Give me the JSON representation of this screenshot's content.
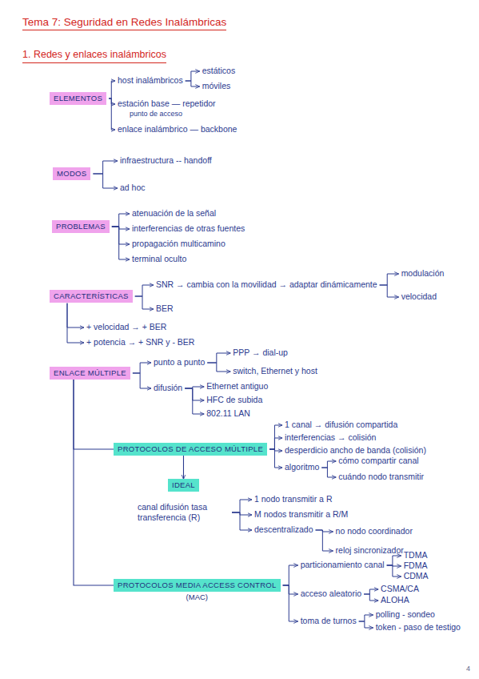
{
  "diagram": {
    "title": "Tema 7: Seguridad en Redes Inalámbricas",
    "nodes": [
      {
        "text": [
          "ELEMENTOS"
        ]
      },
      {
        "text": [
          "MODOS"
        ]
      },
      {
        "text": [
          "PROBLEMAS"
        ]
      },
      {
        "text": [
          "CARACTERÍSTICAS"
        ]
      },
      {
        "text": [
          "ENLACE MÚLTIPLE"
        ]
      },
      {
        "text": [
          "PROTOCOLOS DE ACCESO MÚLTIPLE"
        ]
      },
      {
        "text": [
          "IDEAL"
        ]
      },
      {
        "text": [
          "PROTOCOLOS MEDIA ACCESS CONTROL",
          "(MAC)"
        ]
      }
    ],
    "edges": [
      {
        "from": 4,
        "to": 5,
        "arrow": "none"
      },
      {
        "from": 5,
        "to": 6,
        "arrow": "to"
      },
      {
        "from": 4,
        "to": 7,
        "arrow": "none"
      }
    ],
    "labels": [
      "1. Redes y enlaces inalámbricos",
      "host inalámbricos",
      "estáticos",
      "móviles",
      "estación base — repetidor",
      "punto de acceso",
      "enlace inalámbrico — backbone",
      "infraestructura -- handoff",
      "ad hoc",
      "atenuación de la señal",
      "interferencias de otras fuentes",
      "propagación multicamino",
      "terminal oculto",
      "SNR → cambia con la movilidad → adaptar dinámicamente",
      "modulación",
      "velocidad",
      "BER",
      "+ velocidad → + BER",
      "+ potencia → + SNR y - BER",
      "punto a punto",
      "PPP → dial-up",
      "switch, Ethernet y host",
      "difusión",
      "Ethernet antiguo",
      "HFC de subida",
      "802.11 LAN",
      "1 canal → difusión compartida",
      "interferencias → colisión",
      "desperdicio ancho de banda (colisión)",
      "algoritmo",
      "cómo compartir canal",
      "cuándo nodo transmitir",
      "canal difusión tasa transferencia (R)",
      "1 nodo transmitir a R",
      "M nodos transmitir a R/M",
      "descentralizado",
      "no nodo coordinador",
      "reloj sincronizador",
      "particionamiento canal",
      "TDMA",
      "FDMA",
      "CDMA",
      "acceso aleatorio",
      "CSMA/CA",
      "ALOHA",
      "toma de turnos",
      "polling - sondeo",
      "token - paso de testigo",
      "4"
    ]
  }
}
